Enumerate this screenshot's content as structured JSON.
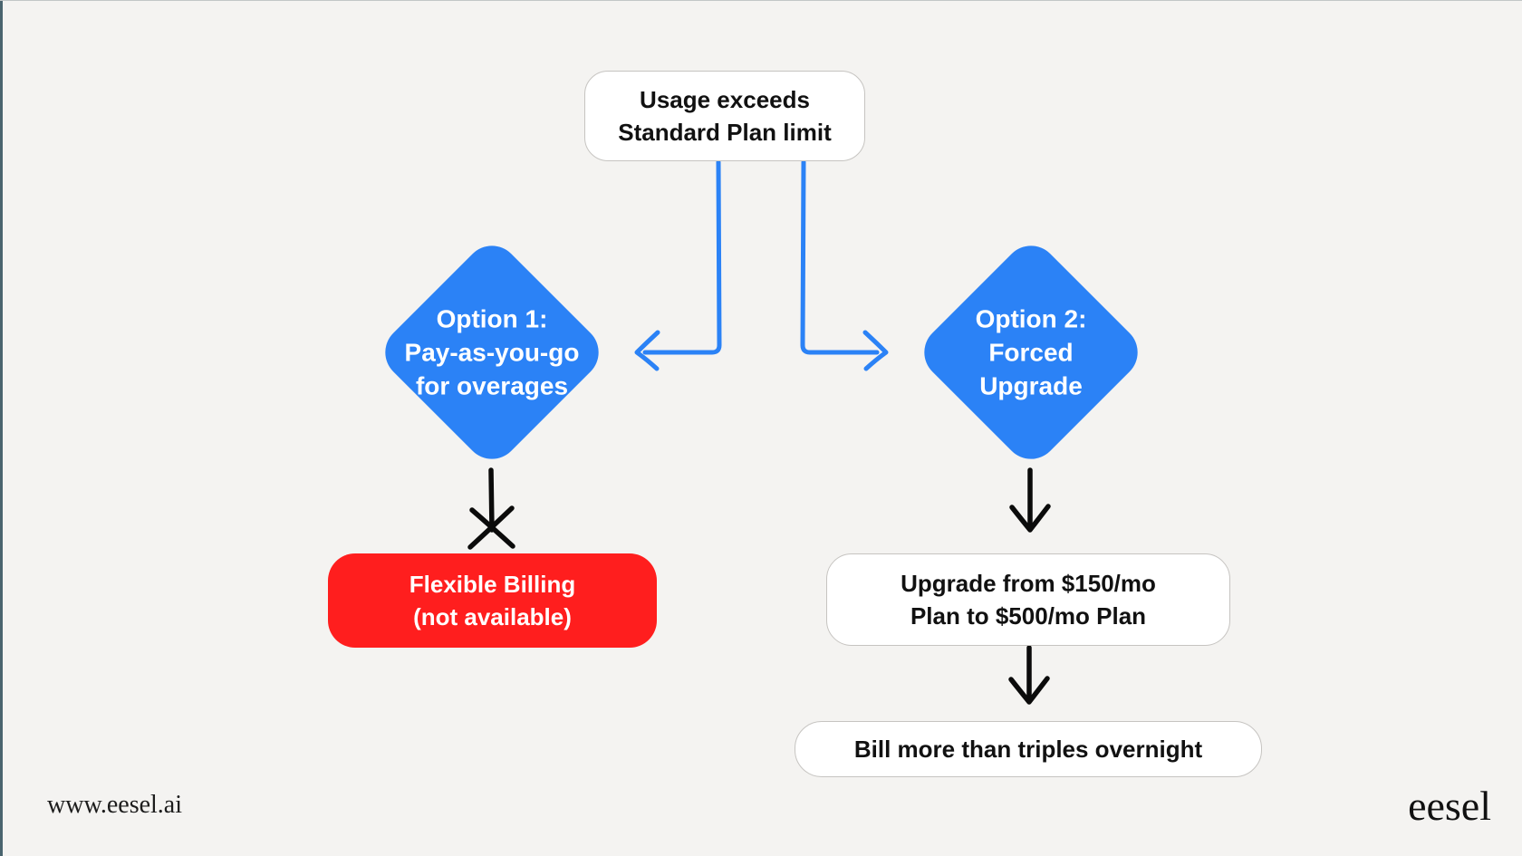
{
  "page": {
    "background_color": "#F4F3F1",
    "accent_blue": "#2B82F6",
    "alert_red": "#FF1E1E",
    "edge_bar_color": "#4A646E"
  },
  "flowchart": {
    "start_node": {
      "label": "Usage exceeds\nStandard Plan limit"
    },
    "option1_node": {
      "label": "Option 1:\nPay-as-you-go\nfor overages"
    },
    "option2_node": {
      "label": "Option 2:\nForced\nUpgrade"
    },
    "option1_result_node": {
      "label": "Flexible Billing\n(not available)",
      "status": "blocked"
    },
    "option2_step_node": {
      "label": "Upgrade from $150/mo\nPlan to $500/mo Plan"
    },
    "option2_outcome_node": {
      "label": "Bill more than triples overnight"
    }
  },
  "footer": {
    "website_url": "www.eesel.ai",
    "brand_logo": "eesel"
  }
}
